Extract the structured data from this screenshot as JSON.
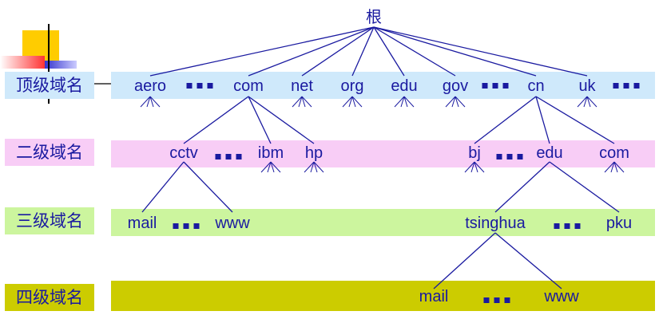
{
  "root": "根",
  "levels": [
    "顶级域名",
    "二级域名",
    "三级域名",
    "四级域名"
  ],
  "top_level": [
    "aero",
    "com",
    "net",
    "org",
    "edu",
    "gov",
    "cn",
    "uk"
  ],
  "second_level": [
    "cctv",
    "ibm",
    "hp",
    "bj",
    "edu",
    "com"
  ],
  "third_level": [
    "mail",
    "www",
    "tsinghua",
    "pku"
  ],
  "fourth_level": [
    "mail",
    "www"
  ],
  "colors": {
    "level1": "#cfe9fb",
    "level2": "#f8cdf6",
    "level3": "#ccf59e",
    "level4": "#cccc00",
    "text": "#1a1aa0"
  }
}
